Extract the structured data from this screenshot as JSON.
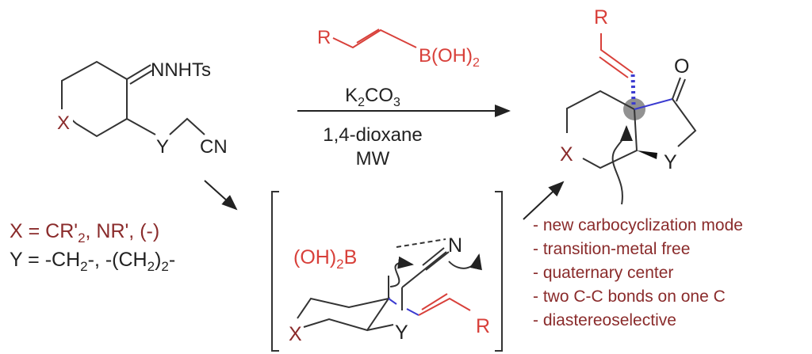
{
  "reactant": {
    "group": "NNHTs",
    "x": "X",
    "y": "Y",
    "nitrile": "CN"
  },
  "reagent": {
    "r": "R",
    "boronic": "B(OH)",
    "boronic_sub": "2"
  },
  "conditions": {
    "base_k": "K",
    "base_sub1": "2",
    "base_co": "CO",
    "base_sub2": "3",
    "solvent": "1,4-dioxane",
    "heating": "MW"
  },
  "definitions": {
    "x_line": {
      "lhs": "X = CR'",
      "sub": "2",
      "rhs": ", NR', (-)"
    },
    "y_line": {
      "lhs": "Y = -CH",
      "sub1": "2",
      "mid": "-, -(CH",
      "sub2": "2",
      "rhs": ")",
      "sub3": "2",
      "end": "-"
    }
  },
  "intermediate": {
    "boron_pre": "(OH)",
    "boron_sub": "2",
    "boron": "B",
    "n": "N",
    "x": "X",
    "y": "Y",
    "r": "R"
  },
  "product": {
    "r": "R",
    "o": "O",
    "x": "X",
    "y": "Y"
  },
  "features": [
    "- new carbocyclization mode",
    "- transition-metal free",
    "- quaternary center",
    "- two C-C bonds on one C",
    "- diastereoselective"
  ],
  "colors": {
    "red": "#d8403a",
    "dark_red": "#8a2b2b",
    "blue": "#3a3ad0"
  }
}
